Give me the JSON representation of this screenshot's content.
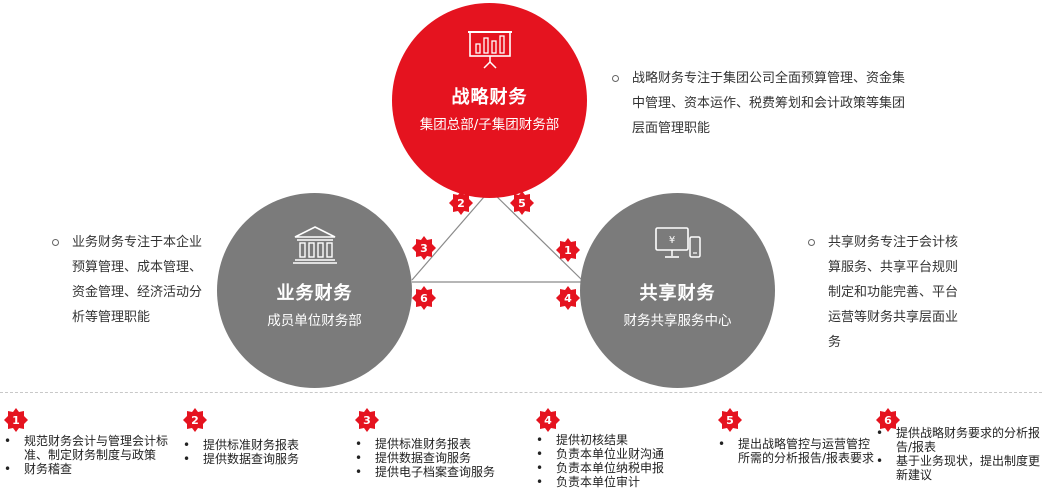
{
  "circles": {
    "strategic": {
      "title": "战略财务",
      "subtitle": "集团总部/子集团财务部",
      "icon": "presentation-chart-icon",
      "color": "#e5131f"
    },
    "business": {
      "title": "业务财务",
      "subtitle": "成员单位财务部",
      "icon": "bank-building-icon",
      "color": "#7b7b7b"
    },
    "shared": {
      "title": "共享财务",
      "subtitle": "财务共享服务中心",
      "icon": "computer-phone-icon",
      "color": "#7b7b7b"
    }
  },
  "descriptions": {
    "strategic": "战略财务专注于集团公司全面预算管理、资金集中管理、资本运作、税费筹划和会计政策等集团层面管理职能",
    "business": "业务财务专注于本企业预算管理、成本管理、资金管理、经济活动分析等管理职能",
    "shared": "共享财务专注于会计核算服务、共享平台规则制定和功能完善、平台运营等财务共享层面业务"
  },
  "badges": [
    "2",
    "5",
    "3",
    "6",
    "1",
    "4"
  ],
  "columns": [
    {
      "number": "1",
      "items": [
        "规范财务会计与管理会计标准、制定财务制度与政策",
        "财务稽查"
      ]
    },
    {
      "number": "2",
      "items": [
        "提供标准财务报表",
        "提供数据查询服务"
      ]
    },
    {
      "number": "3",
      "items": [
        "提供标准财务报表",
        "提供数据查询服务",
        "提供电子档案查询服务"
      ]
    },
    {
      "number": "4",
      "items": [
        "提供初核结果",
        "负责本单位业财沟通",
        "负责本单位纳税申报",
        "负责本单位审计"
      ]
    },
    {
      "number": "5",
      "items": [
        "提出战略管控与运营管控所需的分析报告/报表要求"
      ]
    },
    {
      "number": "6",
      "items": [
        "提供战略财务要求的分析报告/报表",
        "基于业务现状，提出制度更新建议"
      ]
    }
  ],
  "colors": {
    "accent": "#e5131f",
    "neutral": "#7b7b7b"
  }
}
